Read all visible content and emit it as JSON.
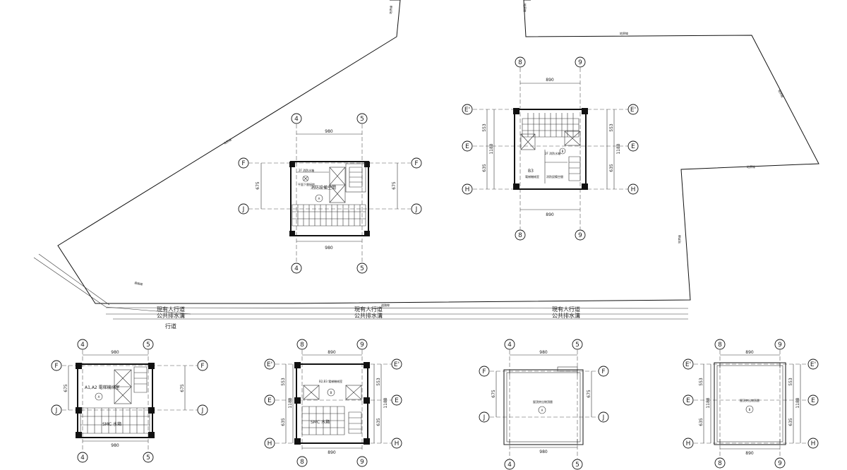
{
  "boundary_labels": [
    "地界線",
    "地界線",
    "地界線",
    "地界線",
    "地界線",
    "地界線",
    "道路線"
  ],
  "street_rows": [
    {
      "walkway": "現有人行道",
      "drain": "公共排水溝"
    },
    {
      "walkway": "現有人行道",
      "drain": "公共排水溝"
    },
    {
      "walkway": "現有人行道",
      "drain": "公共排水溝"
    }
  ],
  "street_extra": "行道",
  "plan_a": {
    "grid_top": [
      "4",
      "5"
    ],
    "grid_side": [
      "F",
      "J"
    ],
    "dim_width": "980",
    "dim_height": "675",
    "room_label": "消防設備空間",
    "room_code": "2F 消防水箱",
    "note": "平面下層接地",
    "marker": "A"
  },
  "plan_b": {
    "grid_top": [
      "8",
      "9"
    ],
    "grid_side": [
      "E'",
      "E",
      "H"
    ],
    "dim_width": "890",
    "dim_upper": "553",
    "dim_total": "1188",
    "dim_lower": "635",
    "room_code": "B3",
    "room_label": "電梯機械室",
    "code2": "2F 消防水箱",
    "label2": "消防設備空間",
    "marker": "B"
  },
  "plan_c": {
    "grid_top": [
      "4",
      "5"
    ],
    "grid_side": [
      "F",
      "J"
    ],
    "dim_width": "980",
    "dim_height": "675",
    "room_label": "A1,A2 電梯機械室",
    "tank_label": "SMC 水箱",
    "marker": "A"
  },
  "plan_d": {
    "grid_top": [
      "8",
      "9"
    ],
    "grid_side": [
      "E'",
      "E",
      "H"
    ],
    "dim_width": "890",
    "dim_upper": "553",
    "dim_total": "1188",
    "dim_lower": "635",
    "room_label": "B2,B3 電梯機械室",
    "tank_label": "SMC 水箱",
    "marker": "B"
  },
  "plan_e": {
    "grid_top": [
      "4",
      "5"
    ],
    "grid_side": [
      "F",
      "J"
    ],
    "dim_width": "980",
    "dim_height": "675",
    "note": "屋頂突出物頂層",
    "marker": "A"
  },
  "plan_f": {
    "grid_top": [
      "8",
      "9"
    ],
    "grid_side": [
      "E'",
      "E",
      "H"
    ],
    "dim_width": "890",
    "dim_upper": "553",
    "dim_total": "1188",
    "dim_lower": "635",
    "note": "屋頂突出物頂層",
    "marker": "B"
  }
}
